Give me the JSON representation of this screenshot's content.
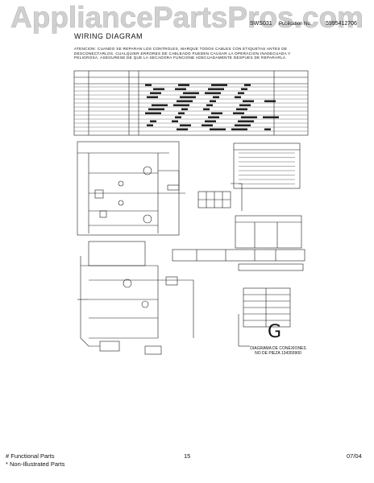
{
  "watermark": "AppliancePartsPros.com",
  "header": {
    "model_code": "SWS031",
    "page_part_label": "Publication No.",
    "publication_no": "5995412706"
  },
  "title": "WIRING DIAGRAM",
  "notice": "ATENCION: CUANDO SE REPARAN LOS CONTROLES, MARQUE TODOS CABLES CON ETIQUETAS ANTES DE DESCONECTARLOS. CUALQUIER ERRORES DE CABLEADO PUEDEN CAUSAR LA OPERACION INADECUADA Y PELIGROSA. ASEGURESE DE QUE LA SECADORA FUNCIONE ADECUADAMENTE DESPUES DE REPARARLA.",
  "diagram_g": {
    "letter": "G",
    "caption_line1": "DIAGRAMA DE CONEXIONES",
    "caption_line2": "NO DE PIEZA 134359900"
  },
  "footer": {
    "functional": "# Functional Parts",
    "non_illustrated": "* Non-Illustrated Parts",
    "page": "15",
    "date": "07/04"
  },
  "colors": {
    "line": "#1a1a1a",
    "watermark": "#c8c8c8"
  }
}
